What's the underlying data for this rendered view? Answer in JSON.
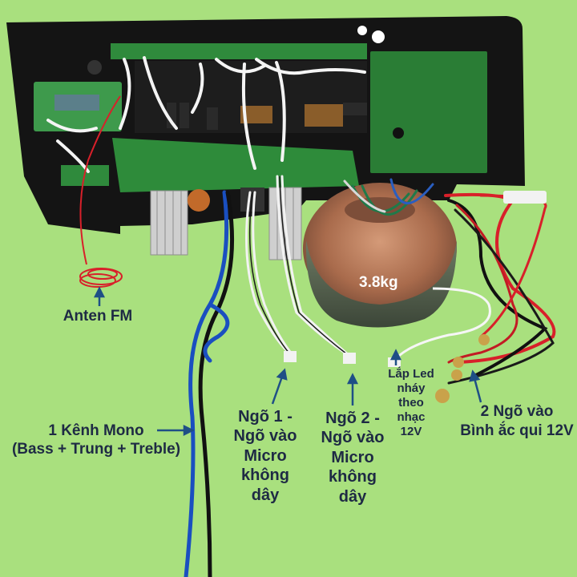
{
  "labels": {
    "antenna": "Anten FM",
    "mono_channel": {
      "line1": "1 Kênh Mono",
      "line2": "(Bass + Trung + Treble)"
    },
    "input1": [
      "Ngõ 1 -",
      "Ngõ vào",
      "Micro",
      "không",
      "dây"
    ],
    "input2": [
      "Ngõ 2 -",
      "Ngõ vào",
      "Micro",
      "không",
      "dây"
    ],
    "led": [
      "Lắp Led",
      "nháy",
      "theo",
      "nhạc",
      "12V"
    ],
    "battery": [
      "2 Ngõ vào",
      "Bình ắc qui 12V"
    ],
    "transformer_weight": "3.8kg"
  },
  "colors": {
    "background": "#a9e07e",
    "label_text": "#1e2a44",
    "arrow": "#1f4f86",
    "pcb_green": "#2f8a3c",
    "panel_black": "#151515",
    "wire_red": "#d8202a",
    "wire_blue": "#1a4fc0",
    "transformer_copper": "#b7714e"
  }
}
